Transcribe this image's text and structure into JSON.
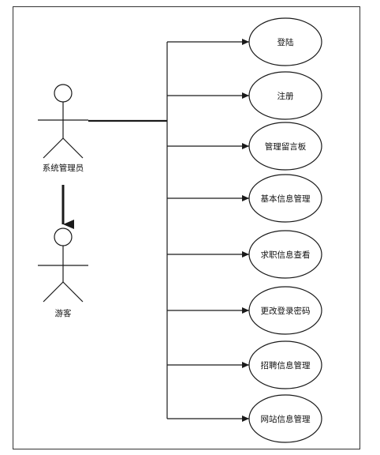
{
  "actors": {
    "admin": {
      "label": "系统管理员"
    },
    "visitor": {
      "label": "游客"
    }
  },
  "use_cases": [
    {
      "label": "登陆"
    },
    {
      "label": "注册"
    },
    {
      "label": "管理留言板"
    },
    {
      "label": "基本信息管理"
    },
    {
      "label": "求职信息查看"
    },
    {
      "label": "更改登录密码"
    },
    {
      "label": "招聘信息管理"
    },
    {
      "label": "网站信息管理"
    }
  ],
  "colors": {
    "stroke": "#1a1a1a",
    "frame": "#333333",
    "background": "#ffffff"
  }
}
